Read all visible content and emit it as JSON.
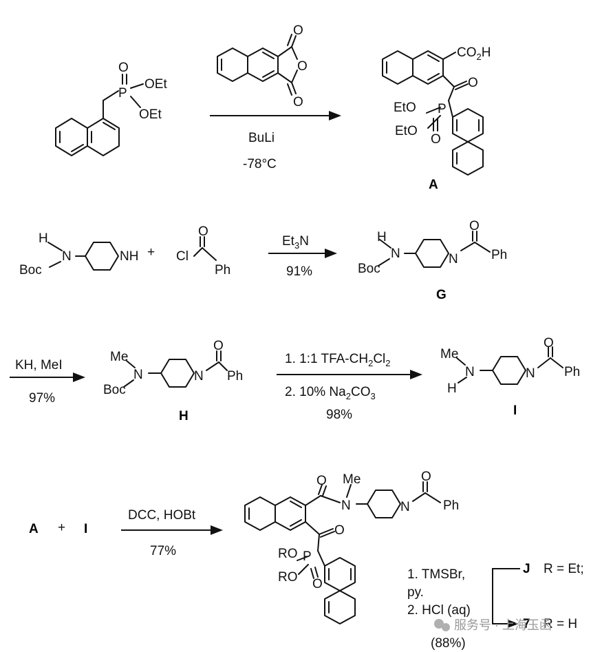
{
  "scheme": {
    "row1": {
      "reagent_P_OEt1": "OEt",
      "reagent_P_OEt2": "OEt",
      "reagent_P": "P",
      "reagent_O": "O",
      "anhydride_O_top": "O",
      "anhydride_O_mid": "O",
      "anhydride_O_bot": "O",
      "condition_base": "BuLi",
      "condition_temp": "-78°C",
      "product_acid": "CO",
      "product_acid_sub": "2",
      "product_acid_H": "H",
      "product_ketone_O": "O",
      "product_EtO1": "EtO",
      "product_EtO2": "EtO",
      "product_P": "P",
      "product_P_O": "O",
      "product_label": "A"
    },
    "row2": {
      "amine_H": "H",
      "amine_N": "N",
      "amine_Boc": "Boc",
      "amine_NH": "NH",
      "plus": "+",
      "acyl_O": "O",
      "acyl_Cl": "Cl",
      "acyl_Ph": "Ph",
      "condition_reagent": "Et",
      "condition_reagent_sub": "3",
      "condition_reagent_N": "N",
      "condition_yield": "91%",
      "product_H": "H",
      "product_N": "N",
      "product_Boc": "Boc",
      "product_ringN": "N",
      "product_O": "O",
      "product_Ph": "Ph",
      "product_label": "G"
    },
    "row3": {
      "condition1_reagent": "KH, MeI",
      "condition1_yield": "97%",
      "H_Me": "Me",
      "H_N": "N",
      "H_Boc": "Boc",
      "H_ringN": "N",
      "H_O": "O",
      "H_Ph": "Ph",
      "H_label": "H",
      "condition2_step1_a": "1. 1:1 TFA-CH",
      "condition2_step1_sub1": "2",
      "condition2_step1_b": "Cl",
      "condition2_step1_sub2": "2",
      "condition2_step2_a": "2. 10% Na",
      "condition2_step2_sub1": "2",
      "condition2_step2_b": "CO",
      "condition2_step2_sub2": "3",
      "condition2_yield": "98%",
      "I_Me": "Me",
      "I_N": "N",
      "I_H": "H",
      "I_ringN": "N",
      "I_O": "O",
      "I_Ph": "Ph",
      "I_label": "I"
    },
    "row4": {
      "reactant_A": "A",
      "plus": "+",
      "reactant_I": "I",
      "condition_reagent": "DCC, HOBt",
      "condition_yield": "77%",
      "amide_O": "O",
      "amide_Me": "Me",
      "amide_N": "N",
      "ring_N": "N",
      "benzoyl_O": "O",
      "benzoyl_Ph": "Ph",
      "ketone_O": "O",
      "RO1": "RO",
      "RO2": "RO",
      "P": "P",
      "P_O": "O",
      "step1": "1. TMSBr,",
      "step1b": "py.",
      "step2": "2. HCl (aq)",
      "step_yield": "(88%)",
      "J_label": "J",
      "J_def": "R = Et;",
      "seven_label": "7",
      "seven_def": "R = H"
    },
    "watermark": "服务号 · 上海玉函"
  }
}
